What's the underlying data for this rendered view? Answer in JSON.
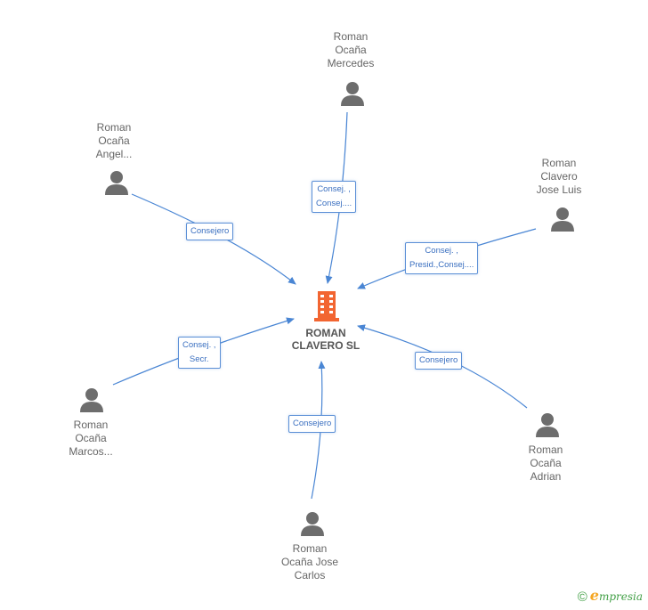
{
  "company": {
    "name_lines": [
      "ROMAN",
      "CLAVERO SL"
    ],
    "icon": "building-icon",
    "color": "#f26531"
  },
  "people": [
    {
      "id": "mercedes",
      "name_lines": [
        "Roman",
        "Ocaña",
        "Mercedes"
      ],
      "role_lines": [
        "Consej. ,",
        "Consej...."
      ],
      "icon": "person-icon"
    },
    {
      "id": "angel",
      "name_lines": [
        "Roman",
        "Ocaña",
        "Angel..."
      ],
      "role_lines": [
        "Consejero"
      ],
      "icon": "person-icon"
    },
    {
      "id": "jose-luis",
      "name_lines": [
        "Roman",
        "Clavero",
        "Jose Luis"
      ],
      "role_lines": [
        "Consej. ,",
        "Presid.,Consej...."
      ],
      "icon": "person-icon"
    },
    {
      "id": "marcos",
      "name_lines": [
        "Roman",
        "Ocaña",
        "Marcos..."
      ],
      "role_lines": [
        "Consej. ,",
        "Secr."
      ],
      "icon": "person-icon"
    },
    {
      "id": "adrian",
      "name_lines": [
        "Roman",
        "Ocaña",
        "Adrian"
      ],
      "role_lines": [
        "Consejero"
      ],
      "icon": "person-icon"
    },
    {
      "id": "jose-carlos",
      "name_lines": [
        "Roman",
        "Ocaña Jose",
        "Carlos"
      ],
      "role_lines": [
        "Consejero"
      ],
      "icon": "person-icon"
    }
  ],
  "footer": {
    "copyright_symbol": "©",
    "brand_first": "e",
    "brand_rest": "mpresia"
  },
  "colors": {
    "edge": "#4a86d4",
    "person": "#6d6d6d",
    "label_text": "#3a6fc0"
  }
}
